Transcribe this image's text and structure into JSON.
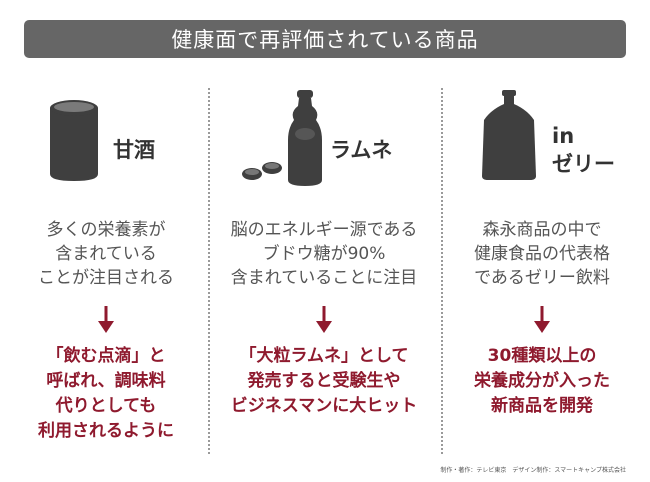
{
  "title": "健康面で再評価されている商品",
  "columns": [
    {
      "name_lines": [
        "甘酒"
      ],
      "icon": "can-icon",
      "description_lines": [
        "多くの栄養素が",
        "含まれている",
        "ことが注目される"
      ],
      "result_lines": [
        "「飲む点滴」と",
        "呼ばれ、調味料",
        "代りとしても",
        "利用されるように"
      ]
    },
    {
      "name_lines": [
        "ラムネ"
      ],
      "icon": "ramune-bottle-icon",
      "description_lines": [
        "脳のエネルギー源である",
        "ブドウ糖が90%",
        "含まれていることに注目"
      ],
      "result_lines": [
        "「大粒ラムネ」として",
        "発売すると受験生や",
        "ビジネスマンに大ヒット"
      ]
    },
    {
      "name_lines": [
        "in",
        "ゼリー"
      ],
      "icon": "jelly-pouch-icon",
      "description_lines": [
        "森永商品の中で",
        "健康食品の代表格",
        "であるゼリー飲料"
      ],
      "result_lines": [
        "30種類以上の",
        "栄養成分が入った",
        "新商品を開発"
      ]
    }
  ],
  "credit": "制作・著作：テレビ東京　デザイン制作：スマートキャンプ株式会社",
  "colors": {
    "title_bar": "#666666",
    "icon": "#3f3f3f",
    "result_text": "#8f1a2e",
    "arrow": "#8f1a2e"
  }
}
